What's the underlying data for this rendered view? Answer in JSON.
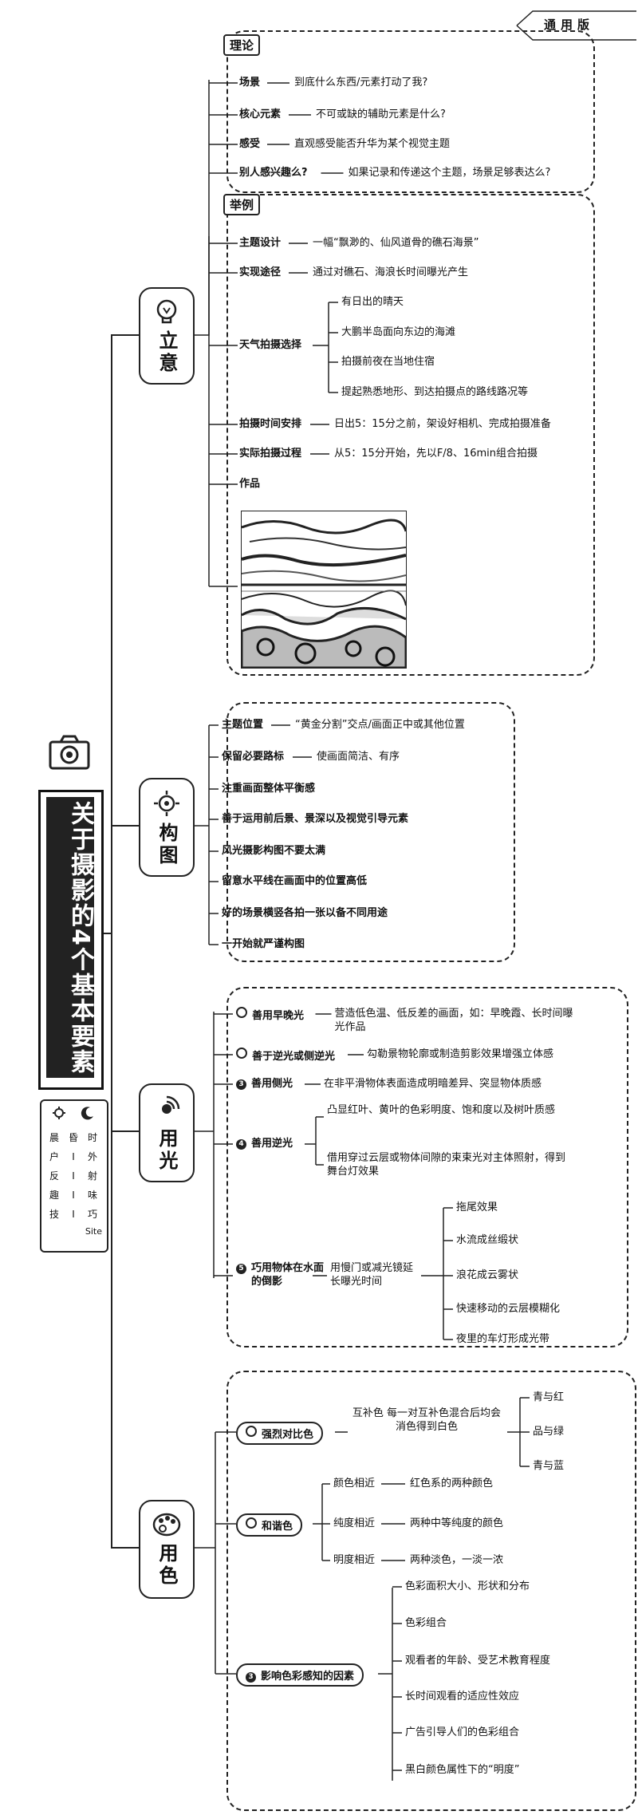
{
  "version_tag": "通用版",
  "main_title": "关于摄影的4个基本要素",
  "legend": {
    "cols": [
      {
        "icon": "sun-icon",
        "items": [
          "晨",
          "户",
          "反",
          "趣",
          "技"
        ]
      },
      {
        "icon": "moon-icon",
        "items": [
          "昏",
          "I",
          "I",
          "I",
          "I"
        ]
      },
      {
        "icon": "camera-icon",
        "items": [
          "",
          "",
          "",
          "",
          ""
        ]
      }
    ],
    "rows": [
      "时",
      "外",
      "射",
      "味",
      "巧",
      "Site"
    ]
  },
  "sections": {
    "liyi": {
      "label": "立意",
      "theory": {
        "title": "理论",
        "items": [
          {
            "k": "场景",
            "v": "到底什么东西/元素打动了我?"
          },
          {
            "k": "核心元素",
            "v": "不可或缺的辅助元素是什么?"
          },
          {
            "k": "感受",
            "v": "直观感受能否升华为某个视觉主题"
          },
          {
            "k": "别人感兴趣么?",
            "v": "如果记录和传递这个主题，场景足够表达么?"
          }
        ]
      },
      "example": {
        "title": "举例",
        "items": [
          {
            "k": "主题设计",
            "v": "一幅“飘渺的、仙风道骨的礁石海景”"
          },
          {
            "k": "实现途径",
            "v": "通过对礁石、海浪长时间曝光产生"
          },
          {
            "k": "天气拍摄选择",
            "v": ""
          },
          {
            "k": "拍摄时间安排",
            "v": "日出5：15分之前，架设好相机、完成拍摄准备"
          },
          {
            "k": "实际拍摄过程",
            "v": "从5：15分开始，先以F/8、16min组合拍摄"
          },
          {
            "k": "作品",
            "v": ""
          }
        ],
        "weather": [
          "有日出的晴天",
          "大鹏半岛面向东边的海滩",
          "拍摄前夜在当地住宿",
          "提起熟悉地形、到达拍摄点的路线路况等"
        ]
      }
    },
    "goutu": {
      "label": "构图",
      "items": [
        {
          "k": "主题位置",
          "v": "“黄金分割”交点/画面正中或其他位置"
        },
        {
          "k": "保留必要路标",
          "v": "使画面简洁、有序"
        },
        {
          "k": "注重画面整体平衡感",
          "v": ""
        },
        {
          "k": "善于运用前后景、景深以及视觉引导元素",
          "v": ""
        },
        {
          "k": "风光摄影构图不要太满",
          "v": ""
        },
        {
          "k": "留意水平线在画面中的位置高低",
          "v": ""
        },
        {
          "k": "好的场景横竖各拍一张以备不同用途",
          "v": ""
        },
        {
          "k": "一开始就严谨构图",
          "v": ""
        }
      ]
    },
    "yongguang": {
      "label": "用光",
      "items": [
        {
          "num": "1",
          "k": "善用早晚光",
          "v": "营造低色温、低反差的画面，如：早晚霞、长时间曝光作品"
        },
        {
          "num": "2",
          "k": "善于逆光或侧逆光",
          "v": "勾勒景物轮廓或制造剪影效果增强立体感"
        },
        {
          "num": "3",
          "k": "善用侧光",
          "v": "在非平滑物体表面造成明暗差异、突显物体质感"
        },
        {
          "num": "4",
          "k": "善用逆光",
          "v1": "凸显红叶、黄叶的色彩明度、饱和度以及树叶质感",
          "v2": "借用穿过云层或物体间隙的束束光对主体照射，得到舞台灯效果"
        },
        {
          "num": "5",
          "k": "巧用物体在水面的倒影",
          "mid": "用慢门或减光镜延长曝光时间",
          "subs": [
            "拖尾效果",
            "水流成丝缎状",
            "浪花成云雾状",
            "快速移动的云层模糊化",
            "夜里的车灯形成光带"
          ]
        }
      ]
    },
    "yongse": {
      "label": "用色",
      "contrast": {
        "title": "强烈对比色",
        "mid": "互补色 每一对互补色混合后均会消色得到白色",
        "pairs": [
          "青与红",
          "品与绿",
          "青与蓝"
        ]
      },
      "harmony": {
        "title": "和谐色",
        "items": [
          {
            "k": "颜色相近",
            "v": "红色系的两种颜色"
          },
          {
            "k": "纯度相近",
            "v": "两种中等纯度的颜色"
          },
          {
            "k": "明度相近",
            "v": "两种淡色，一淡一浓"
          }
        ]
      },
      "factors": {
        "title": "影响色彩感知的因素",
        "items": [
          "色彩面积大小、形状和分布",
          "色彩组合",
          "观看者的年龄、受艺术教育程度",
          "长时间观看的适应性效应",
          "广告引导人们的色彩组合",
          "黑白颜色属性下的“明度”"
        ]
      }
    }
  }
}
